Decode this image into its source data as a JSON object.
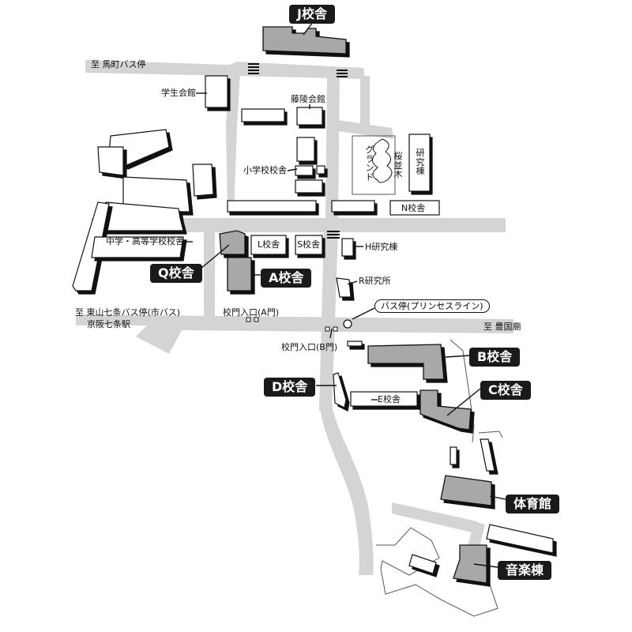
{
  "colors": {
    "road": "#d4d4d4",
    "building_light": "#ffffff",
    "building_featured": "#a8a8a8",
    "shadow": "#111111",
    "callout_bg": "#1a1a1a",
    "callout_text": "#ffffff"
  },
  "main_buildings": {
    "j": "J校舎",
    "a": "A校舎",
    "q": "Q校舎",
    "b": "B校舎",
    "c": "C校舎",
    "d": "D校舎",
    "gym": "体育館",
    "music": "音楽棟"
  },
  "labels": {
    "to_mamachi": "至 馬町バス停",
    "student_hall": "学生会館",
    "touryou_hall": "藤陵会館",
    "elementary": "小学校校舎",
    "ground": "グランド",
    "sakura_namiki": "桜並木",
    "research_bldg": "研究棟",
    "n_bldg": "N校舎",
    "middle_high": "中学・高等学校校舎",
    "l_bldg": "L校舎",
    "s_bldg": "S校舎",
    "h_research": "H研究棟",
    "r_research": "R研究所",
    "bus_stop_princess": "バス停(プリンセスライン)",
    "to_higashiyama_1": "至 東山七条バス停(市バス)",
    "to_higashiyama_2": "京阪七条駅",
    "gate_a": "校門入口(A門)",
    "gate_b": "校門入口(B門)",
    "to_hokokubyo": "至 豊国廟",
    "e_bldg": "E校舎"
  }
}
